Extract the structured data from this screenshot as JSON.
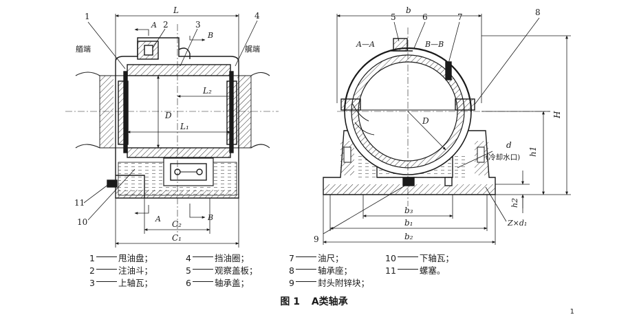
{
  "figure": {
    "number": "图 1",
    "title": "A类轴承"
  },
  "side_labels": {
    "bow": "艏端",
    "stern": "艉端"
  },
  "section_labels": {
    "aa_top": "A",
    "aa_bottom": "A",
    "bb_top": "B",
    "bb_bottom": "B",
    "aa_view": "A—A",
    "bb_view": "B—B",
    "cooling": "(冷却水口)"
  },
  "dimensions": {
    "L": "L",
    "L1": "L₁",
    "L2": "L₂",
    "D_left": "D",
    "D_right": "D",
    "C1": "C₁",
    "C2": "C₂",
    "b": "b",
    "b1": "b₁",
    "b2": "b₂",
    "b3": "b₃",
    "H": "H",
    "h1": "h1",
    "h2": "h2",
    "d": "d",
    "Zd1": "Z×d₁"
  },
  "callouts": [
    "1",
    "2",
    "3",
    "4",
    "5",
    "6",
    "7",
    "8",
    "9",
    "10",
    "11"
  ],
  "legend": [
    {
      "num": "1",
      "name": "甩油盘；"
    },
    {
      "num": "2",
      "name": "注油斗；"
    },
    {
      "num": "3",
      "name": "上轴瓦；"
    },
    {
      "num": "4",
      "name": "挡油圈；"
    },
    {
      "num": "5",
      "name": "观察盖板；"
    },
    {
      "num": "6",
      "name": "轴承盖；"
    },
    {
      "num": "7",
      "name": "油尺；"
    },
    {
      "num": "8",
      "name": "轴承座；"
    },
    {
      "num": "9",
      "name": "封头附锌块；"
    },
    {
      "num": "10",
      "name": "下轴瓦；"
    },
    {
      "num": "11",
      "name": "螺塞。"
    }
  ],
  "page_mark": "1"
}
